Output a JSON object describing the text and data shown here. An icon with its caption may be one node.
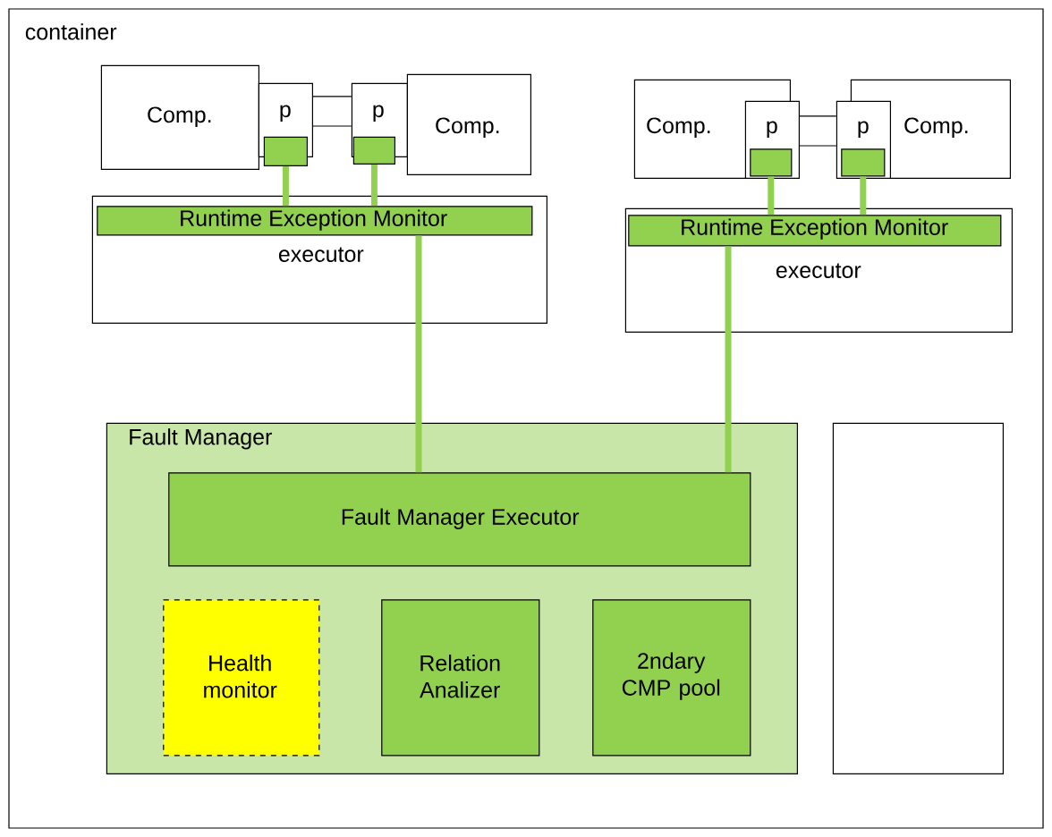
{
  "diagram": {
    "nodes": [
      {
        "text": [
          "container"
        ]
      },
      {
        "text": [
          "Comp."
        ],
        "in": 0
      },
      {
        "text": [
          "p"
        ],
        "in": 0
      },
      {
        "text": [
          "p"
        ],
        "in": 0
      },
      {
        "text": [
          "Comp."
        ],
        "in": 0
      },
      {
        "text": [],
        "shape": "box",
        "in": 0
      },
      {
        "text": [],
        "shape": "box",
        "in": 0
      },
      {
        "text": [
          "executor"
        ],
        "in": 0
      },
      {
        "text": [
          "Runtime Exception Monitor"
        ],
        "in": 7
      },
      {
        "text": [
          "Comp."
        ],
        "in": 0
      },
      {
        "text": [
          "p"
        ],
        "in": 0
      },
      {
        "text": [
          "p"
        ],
        "in": 0
      },
      {
        "text": [
          "Comp."
        ],
        "in": 0
      },
      {
        "text": [],
        "shape": "box",
        "in": 10
      },
      {
        "text": [],
        "shape": "box",
        "in": 11
      },
      {
        "text": [
          "executor"
        ],
        "in": 0
      },
      {
        "text": [
          "Runtime Exception Monitor"
        ],
        "in": 15
      },
      {
        "text": [
          "Fault Manager"
        ],
        "in": 0
      },
      {
        "text": [
          "Fault Manager Executor"
        ],
        "in": 17
      },
      {
        "text": [
          "Health monitor"
        ],
        "in": 17
      },
      {
        "text": [
          "Relation Analizer"
        ],
        "in": 17
      },
      {
        "text": [
          "2ndary CMP pool"
        ],
        "in": 17
      },
      {
        "text": [],
        "shape": "box",
        "in": 0
      }
    ],
    "edges": [
      {
        "from": 2,
        "to": 3,
        "arrow": "none",
        "style": "thick",
        "color": "#000000"
      },
      {
        "from": 5,
        "to": 8,
        "arrow": "none"
      },
      {
        "from": 6,
        "to": 8,
        "arrow": "none"
      },
      {
        "from": 10,
        "to": 11,
        "arrow": "none",
        "style": "thick",
        "color": "#000000"
      },
      {
        "from": 13,
        "to": 16,
        "arrow": "none"
      },
      {
        "from": 14,
        "to": 16,
        "arrow": "none"
      },
      {
        "from": 8,
        "to": 18,
        "arrow": "none"
      },
      {
        "from": 16,
        "to": 18,
        "arrow": "none"
      }
    ]
  }
}
